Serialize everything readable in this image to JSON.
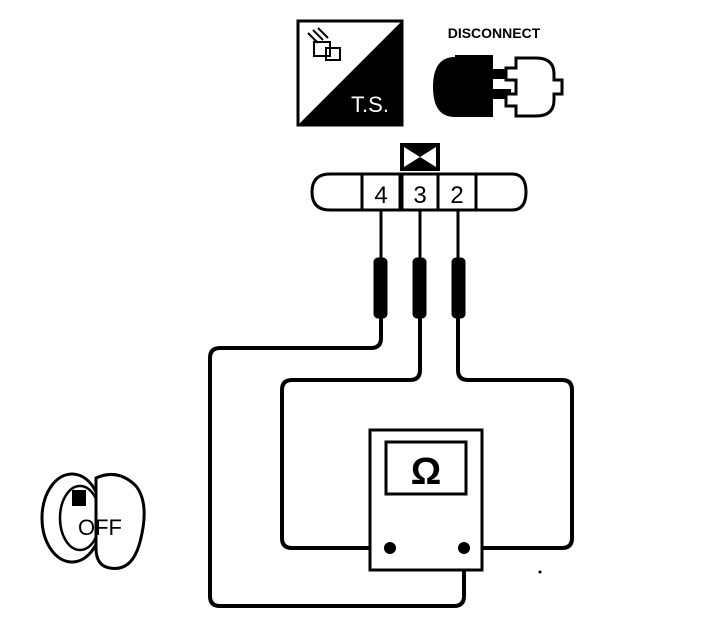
{
  "diagram": {
    "ts_label": "T.S.",
    "disconnect_label": "DISCONNECT",
    "pins": [
      "4",
      "3",
      "2"
    ],
    "meter_symbol": "Ω",
    "ignition_label": "OFF",
    "icons": {
      "ts": "troubleshooting-icon",
      "disconnect": "disconnected-connector-icon",
      "meter": "ohmmeter-icon",
      "key": "ignition-key-off-icon",
      "connector_marker": "harness-connector-marker-icon"
    },
    "colors": {
      "ink": "#000000",
      "paper": "#ffffff"
    }
  }
}
